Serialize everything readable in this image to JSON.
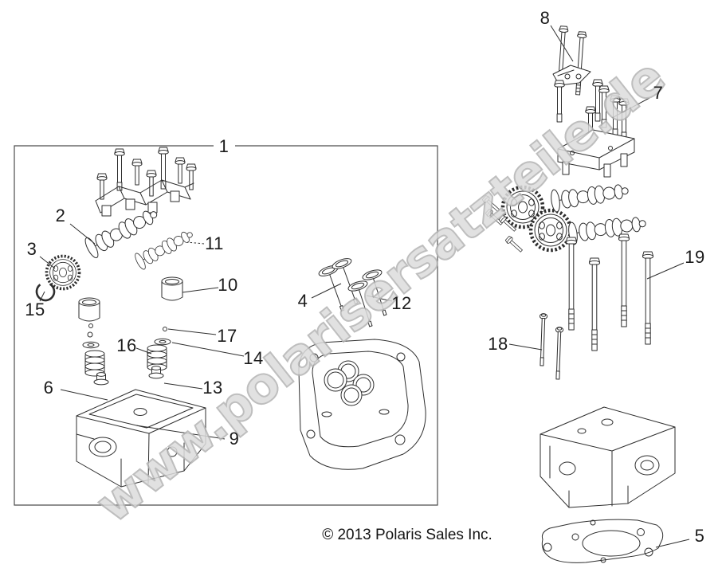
{
  "diagram": {
    "watermark_text": "www.polarisersatzteile.de",
    "copyright": "© 2013 Polaris Sales Inc.",
    "colors": {
      "line": "#2e2e2e",
      "box_outline": "#4d4d4d",
      "label_text": "#1b1b1b",
      "watermark_fill": "#dcdcdc",
      "watermark_outline": "#b3b3b3",
      "background": "#ffffff"
    },
    "callouts": {
      "c1": {
        "label": "1"
      },
      "c2": {
        "label": "2"
      },
      "c3": {
        "label": "3"
      },
      "c4": {
        "label": "4"
      },
      "c5": {
        "label": "5"
      },
      "c6": {
        "label": "6"
      },
      "c7": {
        "label": "7"
      },
      "c8": {
        "label": "8"
      },
      "c9": {
        "label": "9"
      },
      "c10": {
        "label": "10"
      },
      "c11": {
        "label": "11"
      },
      "c12": {
        "label": "12"
      },
      "c13": {
        "label": "13"
      },
      "c14": {
        "label": "14"
      },
      "c15": {
        "label": "15"
      },
      "c16": {
        "label": "16"
      },
      "c17": {
        "label": "17"
      },
      "c18": {
        "label": "18"
      },
      "c19": {
        "label": "19"
      }
    }
  }
}
